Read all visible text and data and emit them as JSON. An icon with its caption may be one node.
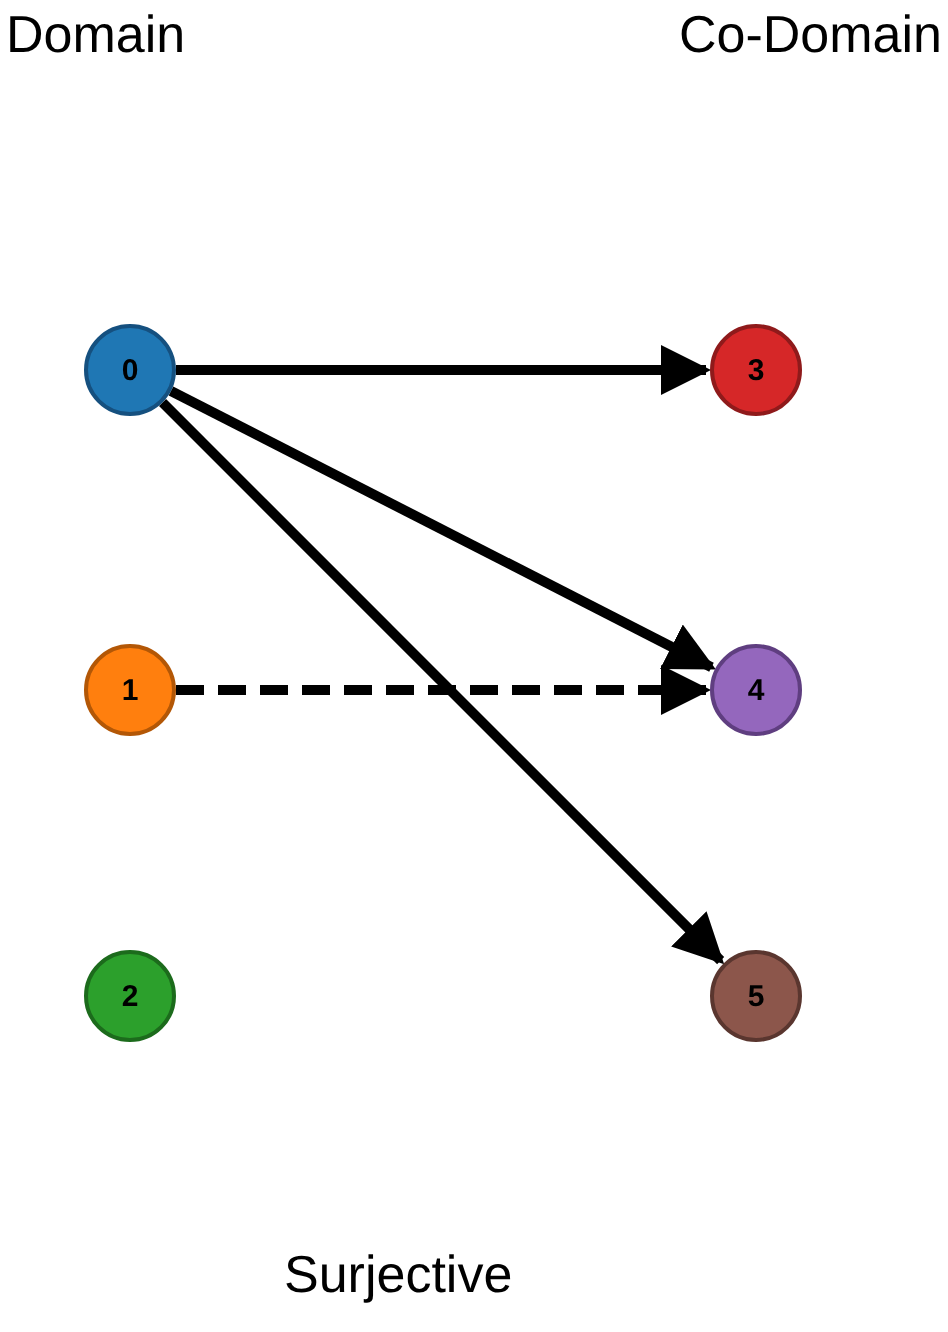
{
  "diagram": {
    "caption": "Surjective",
    "nodes": [
      {
        "text": [
          "0"
        ]
      },
      {
        "text": [
          "1"
        ]
      },
      {
        "text": [
          "2"
        ]
      },
      {
        "text": [
          "3"
        ]
      },
      {
        "text": [
          "4"
        ]
      },
      {
        "text": [
          "5"
        ]
      }
    ],
    "edges": [
      {
        "from": 0,
        "to": 3,
        "arrow": "to"
      },
      {
        "from": 0,
        "to": 4,
        "arrow": "to"
      },
      {
        "from": 0,
        "to": 5,
        "arrow": "to"
      },
      {
        "from": 1,
        "to": 4,
        "arrow": "to",
        "style": "dashed"
      }
    ],
    "labels": [
      "Domain",
      "Co-Domain"
    ]
  }
}
